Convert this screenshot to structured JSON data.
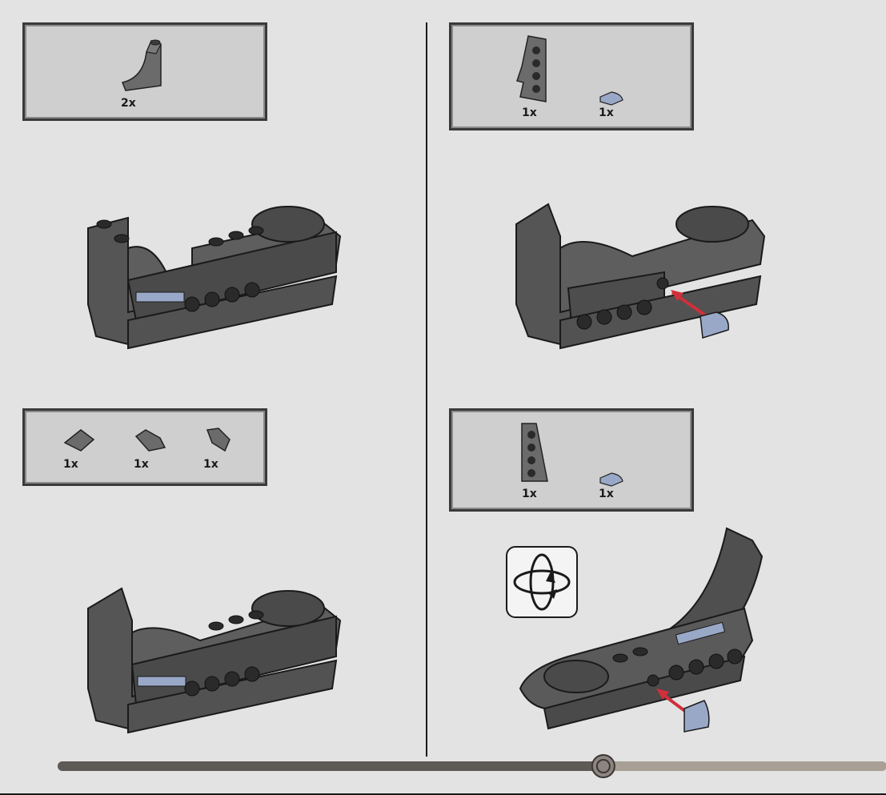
{
  "steps": {
    "step1": {
      "parts": [
        {
          "qty": "2x",
          "icon": "curved-slope-brick"
        }
      ]
    },
    "step2": {
      "parts": [
        {
          "qty": "1x",
          "icon": "wedge-plate-left"
        },
        {
          "qty": "1x",
          "icon": "tile-quarter-round-blue"
        }
      ]
    },
    "step3": {
      "parts": [
        {
          "qty": "1x",
          "icon": "pyramid-slope"
        },
        {
          "qty": "1x",
          "icon": "clip-wedge"
        },
        {
          "qty": "1x",
          "icon": "clip-wedge-small"
        }
      ]
    },
    "step4": {
      "parts": [
        {
          "qty": "1x",
          "icon": "wedge-plate-right"
        },
        {
          "qty": "1x",
          "icon": "tile-quarter-round-blue"
        }
      ]
    }
  },
  "rotate_icon": "rotate-model-icon",
  "progress": {
    "fraction": 0.66
  },
  "colors": {
    "background": "#e3e3e3",
    "panel": "#cfcfcf",
    "brick_dark": "#5a5a5a",
    "brick_light_blue": "#9aa8c8",
    "arrow": "#d0303a",
    "progress_done": "#5e5a55",
    "progress_todo": "#a89f96"
  }
}
